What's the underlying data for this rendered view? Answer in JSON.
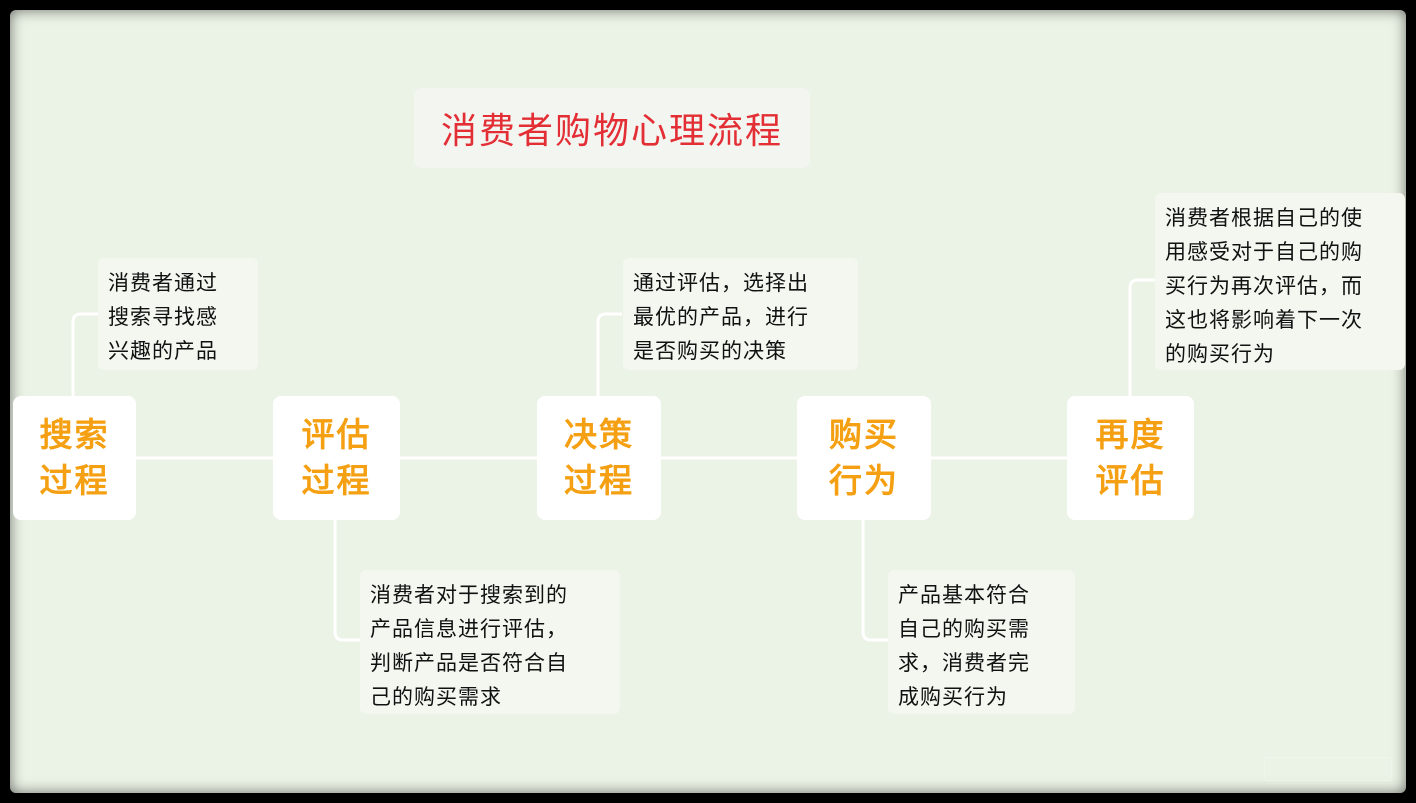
{
  "title": "消费者购物心理流程",
  "colors": {
    "title": "#e22e34",
    "node_text": "#f5a012",
    "connector": "#ffffff",
    "background": "#ebf3e6"
  },
  "steps": [
    {
      "line1": "搜索",
      "line2": "过程",
      "note": "消费者通过\n搜索寻找感\n兴趣的产品"
    },
    {
      "line1": "评估",
      "line2": "过程",
      "note": "消费者对于搜索到的\n产品信息进行评估，\n判断产品是否符合自\n己的购买需求"
    },
    {
      "line1": "决策",
      "line2": "过程",
      "note": "通过评估，选择出\n最优的产品，进行\n是否购买的决策"
    },
    {
      "line1": "购买",
      "line2": "行为",
      "note": "产品基本符合\n自己的购买需\n求，消费者完\n成购买行为"
    },
    {
      "line1": "再度",
      "line2": "评估",
      "note": "消费者根据自己的使\n用感受对于自己的购\n买行为再次评估，而\n这也将影响着下一次\n的购买行为"
    }
  ]
}
